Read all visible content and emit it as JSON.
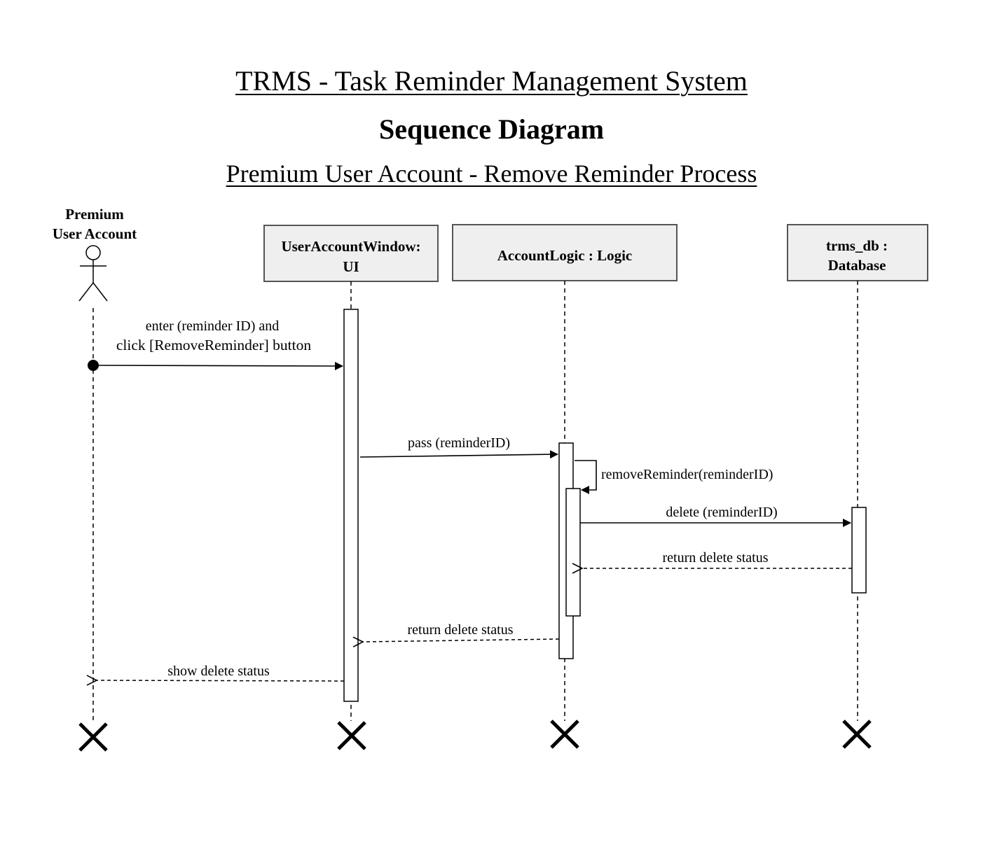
{
  "header": {
    "title": "TRMS - Task Reminder Management System",
    "subtitle": "Sequence Diagram",
    "process": "Premium User Account - Remove Reminder Process"
  },
  "participants": {
    "actor_line1": "Premium",
    "actor_line2": "User Account",
    "ui_line1": "UserAccountWindow:",
    "ui_line2": "UI",
    "logic": "AccountLogic : Logic",
    "db_line1": "trms_db :",
    "db_line2": "Database"
  },
  "messages": {
    "m1_line1": "enter (reminder ID) and",
    "m1_line2": "click [RemoveReminder] button",
    "m2": "pass (reminderID)",
    "m3": "removeReminder(reminderID)",
    "m4": "delete (reminderID)",
    "m5": "return delete status",
    "m6": "return delete status",
    "m7": "show delete status"
  },
  "colors": {
    "box_fill": "#efefef",
    "line": "#000000",
    "background": "#ffffff"
  }
}
